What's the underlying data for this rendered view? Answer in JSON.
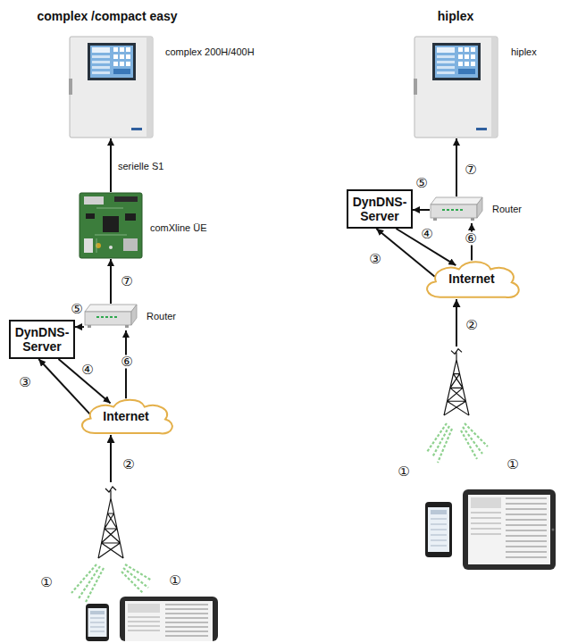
{
  "diagram": {
    "nodes": [
      {
        "text": [
          "complex 200H/400H"
        ]
      },
      {
        "text": [
          "comXline ÜE"
        ]
      },
      {
        "text": [
          "Router"
        ]
      },
      {
        "text": [
          "DynDNS- Server"
        ]
      },
      {
        "text": [
          "Internet"
        ]
      },
      {
        "text": [
          "hiplex"
        ]
      },
      {
        "text": [
          "DynDNS- Server"
        ]
      },
      {
        "text": [
          "Router"
        ]
      },
      {
        "text": [
          "Internet"
        ]
      }
    ],
    "edges": [
      {
        "from": 1,
        "to": 0,
        "arrow": "to",
        "label": "serielle S1"
      },
      {
        "from": 2,
        "to": 1,
        "arrow": "to",
        "label": "⑦"
      },
      {
        "from": 2,
        "to": 3,
        "arrow": "to",
        "label": "⑤"
      },
      {
        "from": 3,
        "to": 4,
        "arrow": "to",
        "label": "④"
      },
      {
        "from": 4,
        "to": 3,
        "arrow": "to",
        "label": "③"
      },
      {
        "from": 4,
        "to": 2,
        "arrow": "to",
        "label": "⑥"
      },
      {
        "from": 7,
        "to": 5,
        "arrow": "to",
        "label": "⑦"
      },
      {
        "from": 7,
        "to": 6,
        "arrow": "to",
        "label": "⑤"
      },
      {
        "from": 6,
        "to": 8,
        "arrow": "to",
        "label": "④"
      },
      {
        "from": 8,
        "to": 6,
        "arrow": "to",
        "label": "③"
      },
      {
        "from": 8,
        "to": 7,
        "arrow": "to",
        "label": "⑥"
      }
    ],
    "labels": [
      "complex /compact easy",
      "hiplex",
      "②",
      "①",
      "①",
      "②",
      "①",
      "①"
    ]
  }
}
